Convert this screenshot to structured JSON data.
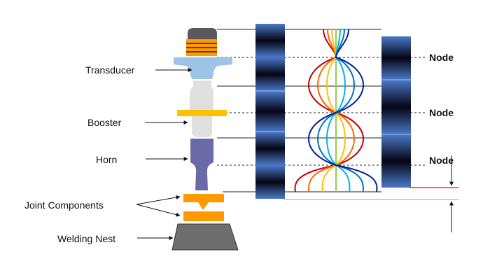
{
  "labels": {
    "transducer": "Transducer",
    "booster": "Booster",
    "horn": "Horn",
    "joint_components": "Joint Components",
    "welding_nest": "Welding Nest"
  },
  "nodes": [
    "Node",
    "Node",
    "Node"
  ],
  "colors": {
    "transducer_cap": "#595959",
    "transducer_rings": "#ff9900",
    "transducer_body": "#9dc3e6",
    "booster": "#e0e0e0",
    "booster_flange": "#ffc000",
    "horn": "#6a6aa8",
    "joint_components": "#ff9900",
    "welding_nest": "#6e6e6e",
    "bar_edge": "#4472c4",
    "bar_center": "#0a0a1a",
    "wave_colors": [
      "#c00000",
      "#ff6600",
      "#ffc000",
      "#92d050",
      "#00b0f0",
      "#0070c0",
      "#001f9c"
    ],
    "red_line": "#ff0000",
    "tan_line": "#d8a878"
  }
}
